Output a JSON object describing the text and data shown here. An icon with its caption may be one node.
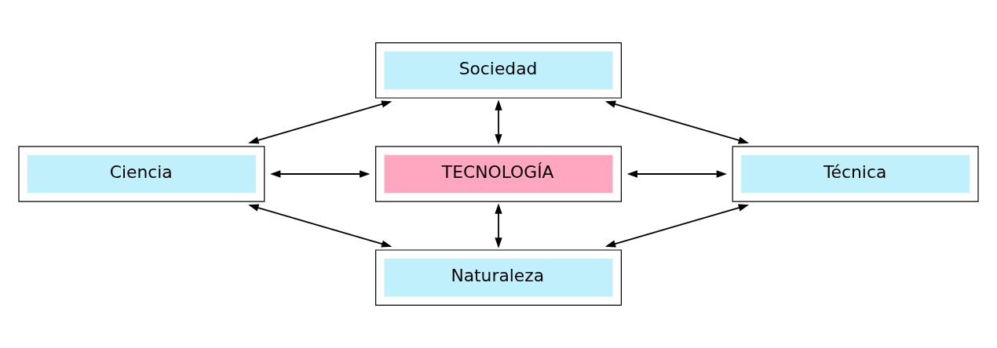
{
  "diagram": {
    "nodes": [
      {
        "text": [
          "Sociedad"
        ]
      },
      {
        "text": [
          "Ciencia"
        ]
      },
      {
        "text": [
          "TECNOLOGÍA"
        ]
      },
      {
        "text": [
          "Técnica"
        ]
      },
      {
        "text": [
          "Naturaleza"
        ]
      }
    ],
    "edges": [
      {
        "from": 1,
        "to": 0,
        "arrow": "both"
      },
      {
        "from": 0,
        "to": 2,
        "arrow": "both"
      },
      {
        "from": 0,
        "to": 3,
        "arrow": "both"
      },
      {
        "from": 1,
        "to": 2,
        "arrow": "both"
      },
      {
        "from": 2,
        "to": 3,
        "arrow": "both"
      },
      {
        "from": 1,
        "to": 4,
        "arrow": "both"
      },
      {
        "from": 2,
        "to": 4,
        "arrow": "both"
      },
      {
        "from": 4,
        "to": 3,
        "arrow": "both"
      }
    ]
  }
}
